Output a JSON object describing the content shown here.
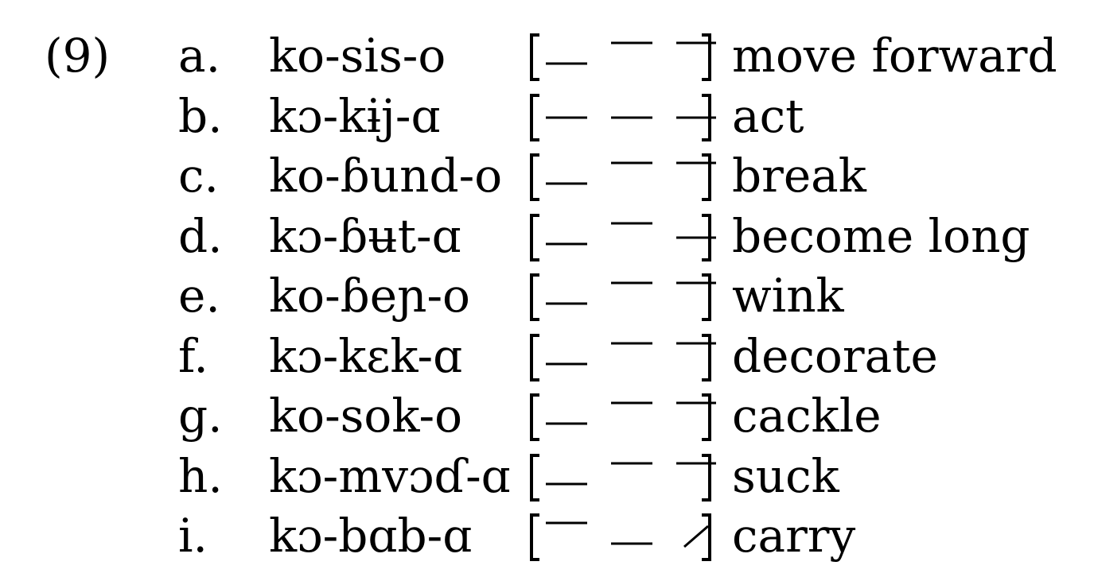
{
  "example": {
    "number": "(9)",
    "rows": [
      {
        "label": "a.",
        "form": "ko-sis-o",
        "tones": [
          "low",
          "high",
          "high"
        ],
        "gloss": "move forward"
      },
      {
        "label": "b.",
        "form": "kɔ-kɨj-ɑ",
        "tones": [
          "mid",
          "mid",
          "mid"
        ],
        "gloss": "act"
      },
      {
        "label": "c.",
        "form": "ko-ɓund-o",
        "tones": [
          "low",
          "high",
          "high"
        ],
        "gloss": "break"
      },
      {
        "label": "d.",
        "form": "kɔ-ɓʉt-ɑ",
        "tones": [
          "low",
          "high",
          "mid"
        ],
        "gloss": "become long"
      },
      {
        "label": "e.",
        "form": "ko-ɓeɲ-o",
        "tones": [
          "low",
          "high",
          "high"
        ],
        "gloss": "wink"
      },
      {
        "label": "f.",
        "form": "kɔ-kɛk-ɑ",
        "tones": [
          "low",
          "high",
          "high"
        ],
        "gloss": "decorate"
      },
      {
        "label": "g.",
        "form": "ko-sok-o",
        "tones": [
          "low",
          "high",
          "high"
        ],
        "gloss": "cackle"
      },
      {
        "label": "h.",
        "form": "kɔ-mvɔɗ-ɑ",
        "tones": [
          "low",
          "high",
          "high"
        ],
        "gloss": "suck"
      },
      {
        "label": "i.",
        "form": "kɔ-bɑb-ɑ",
        "tones": [
          "high",
          "low",
          "rising"
        ],
        "gloss": "carry"
      }
    ]
  }
}
